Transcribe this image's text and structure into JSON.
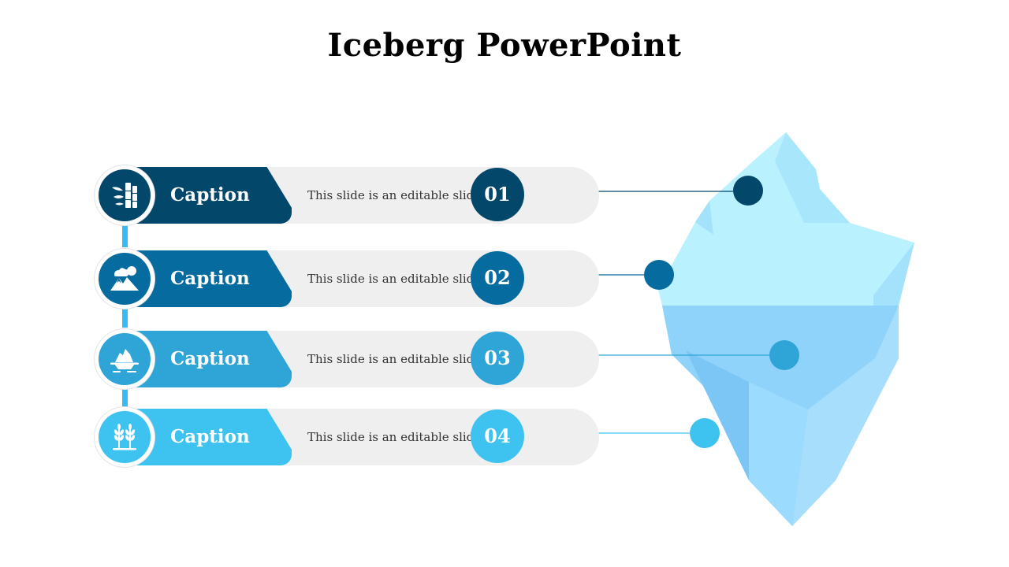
{
  "title": "Iceberg PowerPoint",
  "colors": {
    "step1": "#03476b",
    "step2": "#066b9e",
    "step3": "#2ea4d7",
    "step4": "#3ec3f0",
    "ice_top": "#b9f1ff",
    "ice_bottom": "#8fd3fb"
  },
  "steps": [
    {
      "number": "01",
      "caption": "Caption",
      "text": "This slide is an editable slide",
      "icon": "bamboo-icon"
    },
    {
      "number": "02",
      "caption": "Caption",
      "text": "This slide is an editable slide",
      "icon": "mountain-cloud-icon"
    },
    {
      "number": "03",
      "caption": "Caption",
      "text": "This slide is an editable slide",
      "icon": "iceberg-icon"
    },
    {
      "number": "04",
      "caption": "Caption",
      "text": "This slide is an editable slide",
      "icon": "wheat-icon"
    }
  ]
}
